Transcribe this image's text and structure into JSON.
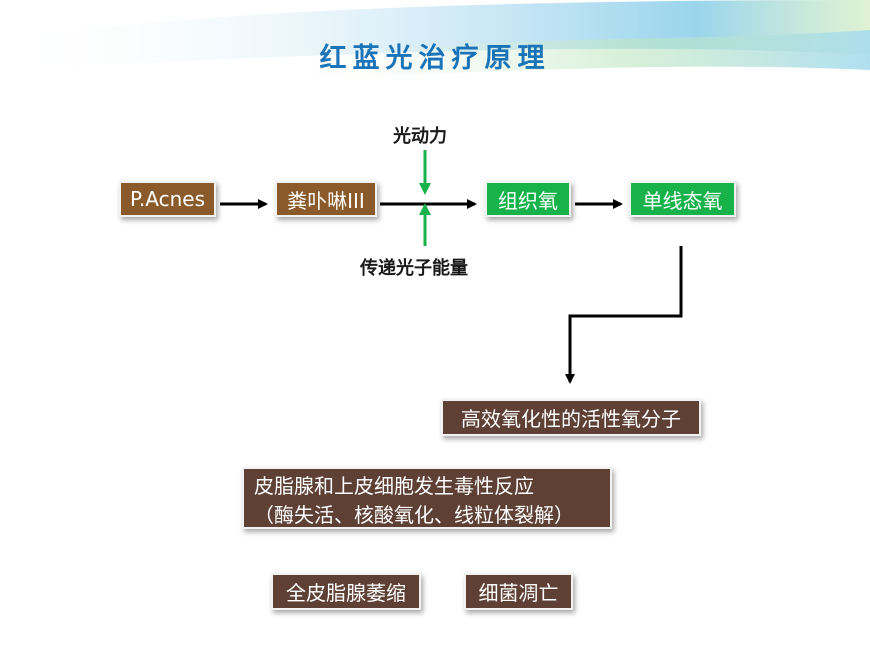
{
  "title": "红蓝光治疗原理",
  "nodes": {
    "pacnes": "P.Acnes",
    "porphyrin": "粪卟啉III",
    "tissue_oxygen": "组织氧",
    "singlet_oxygen": "单线态氧",
    "active_oxygen": "高效氧化性的活性氧分子",
    "reaction_line1": "皮脂腺和上皮细胞发生毒性反应",
    "reaction_line2": "（酶失活、核酸氧化、线粒体裂解）",
    "gland_atrophy": "全皮脂腺萎缩",
    "bacteria_death": "细菌凋亡"
  },
  "labels": {
    "photodynamic": "光动力",
    "photon_energy": "传递光子能量"
  },
  "colors": {
    "title": "#1b73b8",
    "brown_box": "#8a5a2b",
    "green_box": "#17b24a",
    "dark_box": "#5e4035",
    "green_arrow": "#17b24a"
  }
}
